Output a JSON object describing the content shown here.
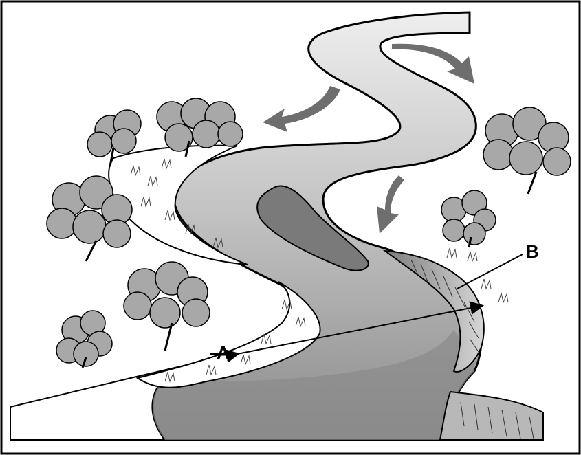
{
  "labels": {
    "point_a": "A",
    "point_b": "B"
  },
  "colors": {
    "frame": "#000000",
    "river_light": "#e3e3e3",
    "river_mid": "#b4b4b4",
    "river_dark": "#8f8f8f",
    "sandbar": "#7a7a7a",
    "bank": "#9a9a9a",
    "arrow": "#6e6e6e",
    "tree": "#a8a8a8"
  },
  "icons": [
    "flow-arrow",
    "tree",
    "grass-tuft"
  ]
}
